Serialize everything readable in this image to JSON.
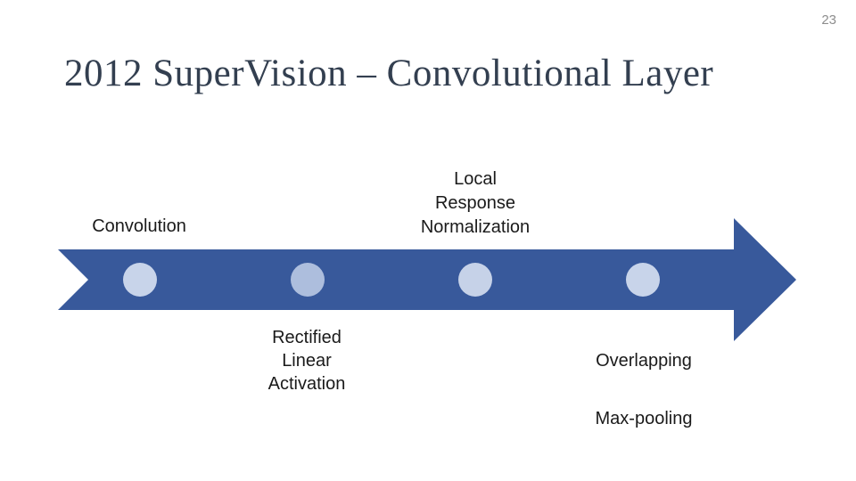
{
  "slide": {
    "page_number": "23",
    "title": "2012 SuperVision – Convolutional Layer"
  },
  "diagram": {
    "labels": {
      "convolution": "Convolution",
      "local_response_normalization": "Local\nResponse\nNormalization",
      "rectified_linear_activation": "Rectified\nLinear\nActivation",
      "overlapping": "Overlapping",
      "max_pooling": "Max-pooling"
    },
    "colors": {
      "title": "#333f50",
      "arrow": "#38599b",
      "dot_1": "#c8d4ea",
      "dot_2": "#adbedd",
      "dot_3": "#c6d2e8",
      "dot_4": "#c8d4ea"
    }
  }
}
